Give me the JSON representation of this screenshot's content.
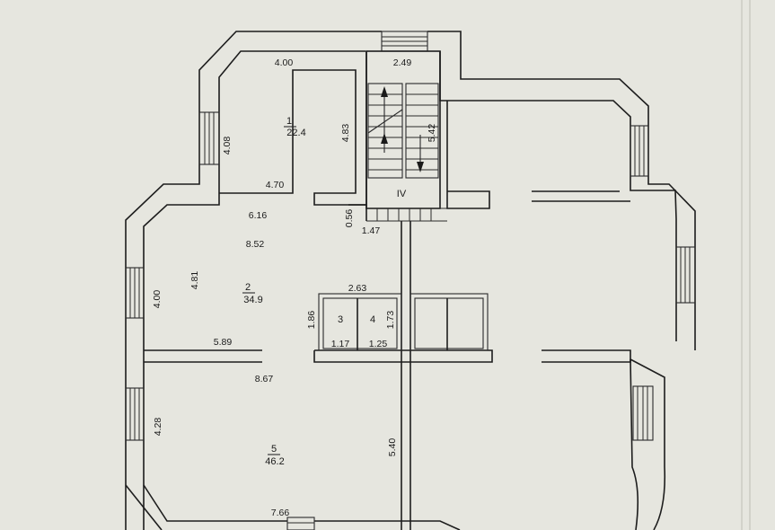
{
  "rooms": [
    {
      "number": "1",
      "area": "22.4"
    },
    {
      "number": "2",
      "area": "34.9"
    },
    {
      "number": "3",
      "area": ""
    },
    {
      "number": "4",
      "area": ""
    },
    {
      "number": "5",
      "area": "46.2"
    },
    {
      "number": "IV",
      "area": ""
    }
  ],
  "dimensions": [
    "4.00",
    "2.49",
    "4.08",
    "4.83",
    "5.42",
    "4.70",
    "6.16",
    "0.56",
    "1.47",
    "8.52",
    "4.81",
    "4.00",
    "2.63",
    "1.86",
    "1.73",
    "1.17",
    "1.25",
    "5.89",
    "8.67",
    "4.28",
    "5.40",
    "7.66"
  ]
}
